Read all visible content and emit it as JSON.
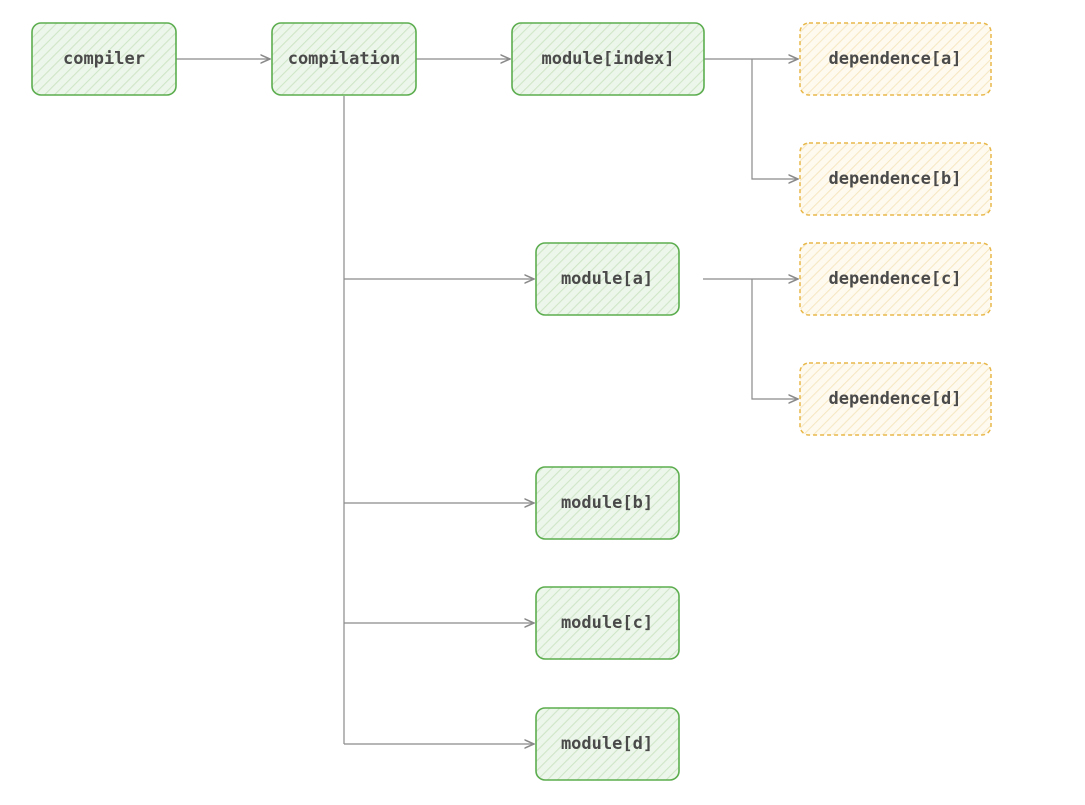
{
  "colors": {
    "module_stroke": "#5cad4f",
    "module_fill": "#edf6ea",
    "module_hatch": "#cfe6c8",
    "dependence_stroke": "#e8b84a",
    "dependence_fill": "#fffaf0",
    "dependence_hatch": "#f6e8c4",
    "connector": "#8a8a8a",
    "text": "#4a4a4a"
  },
  "nodes": {
    "compiler": {
      "label": "compiler",
      "kind": "module"
    },
    "compilation": {
      "label": "compilation",
      "kind": "module"
    },
    "module_index": {
      "label": "module[index]",
      "kind": "module"
    },
    "dep_a": {
      "label": "dependence[a]",
      "kind": "dependence"
    },
    "dep_b": {
      "label": "dependence[b]",
      "kind": "dependence"
    },
    "module_a": {
      "label": "module[a]",
      "kind": "module"
    },
    "dep_c": {
      "label": "dependence[c]",
      "kind": "dependence"
    },
    "dep_d": {
      "label": "dependence[d]",
      "kind": "dependence"
    },
    "module_b": {
      "label": "module[b]",
      "kind": "module"
    },
    "module_c": {
      "label": "module[c]",
      "kind": "module"
    },
    "module_d": {
      "label": "module[d]",
      "kind": "module"
    }
  },
  "edges": [
    {
      "from": "compiler",
      "to": "compilation"
    },
    {
      "from": "compilation",
      "to": "module_index"
    },
    {
      "from": "module_index",
      "to": "dep_a"
    },
    {
      "from": "module_index",
      "to": "dep_b"
    },
    {
      "from": "compilation",
      "to": "module_a"
    },
    {
      "from": "module_a",
      "to": "dep_c"
    },
    {
      "from": "module_a",
      "to": "dep_d"
    },
    {
      "from": "compilation",
      "to": "module_b"
    },
    {
      "from": "compilation",
      "to": "module_c"
    },
    {
      "from": "compilation",
      "to": "module_d"
    }
  ]
}
